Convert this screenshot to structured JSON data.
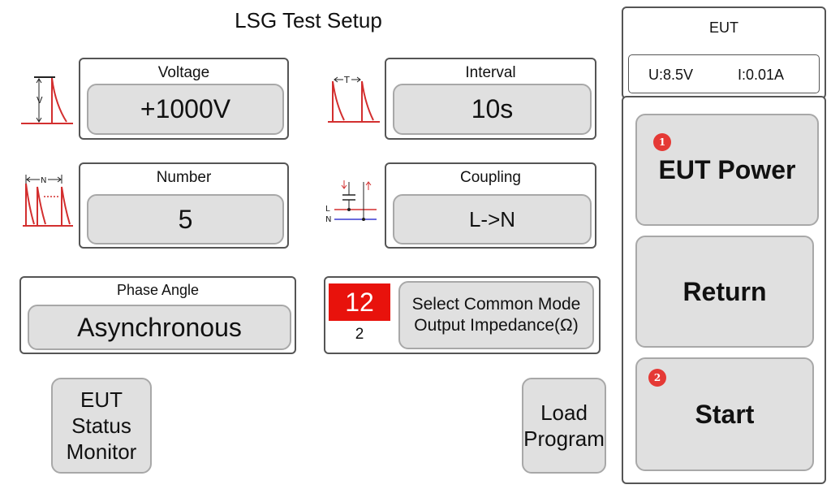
{
  "header": {
    "title": "LSG Test Setup"
  },
  "params": {
    "voltage": {
      "label": "Voltage",
      "value": "+1000V",
      "icon": "surge-voltage-icon",
      "icon_text": "V"
    },
    "interval": {
      "label": "Interval",
      "value": "10s",
      "icon": "surge-interval-icon",
      "icon_text": "T"
    },
    "number": {
      "label": "Number",
      "value": "5",
      "icon": "surge-count-icon",
      "icon_text": "N"
    },
    "coupling": {
      "label": "Coupling",
      "value": "L->N",
      "icon": "coupling-circuit-icon",
      "icon_text_l": "L",
      "icon_text_n": "N"
    },
    "phase_angle": {
      "label": "Phase Angle",
      "value": "Asynchronous"
    }
  },
  "impedance": {
    "value": "12",
    "sub": "2",
    "button_label": "Select Common Mode Output Impedance(Ω)",
    "highlight_color": "#e8120c"
  },
  "buttons": {
    "eut_status_monitor": "EUT Status Monitor",
    "load_program": "Load Program"
  },
  "sidebar": {
    "eut_title": "EUT",
    "voltage_readout": "U:8.5V",
    "current_readout": "I:0.01A",
    "eut_power": {
      "label": "EUT Power",
      "badge": "1"
    },
    "return": {
      "label": "Return"
    },
    "start": {
      "label": "Start",
      "badge": "2"
    }
  },
  "colors": {
    "waveform": "#d32f2f",
    "neutral_line": "#3a3ad0",
    "badge": "#e53935"
  }
}
